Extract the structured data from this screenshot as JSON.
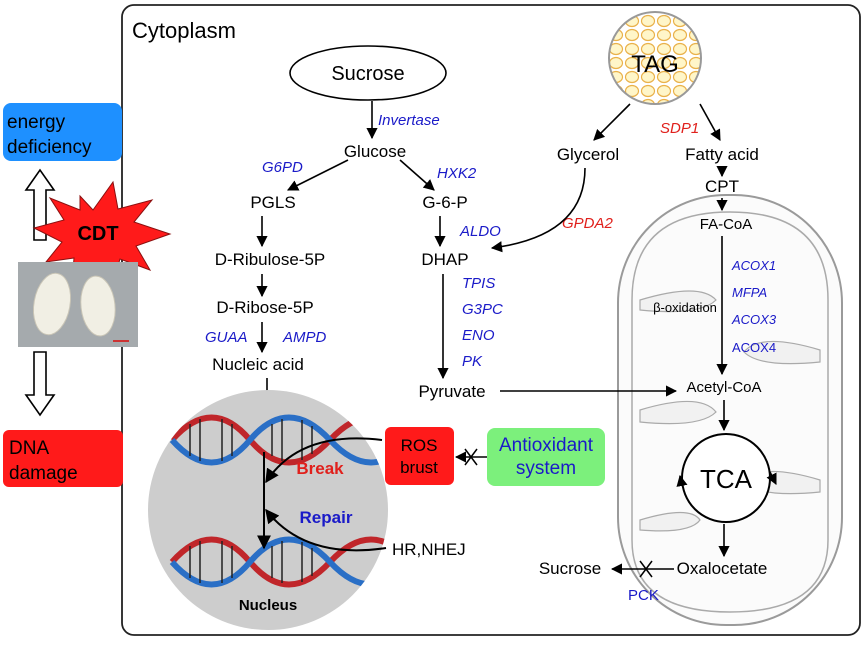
{
  "cytoplasm_label": "Cytoplasm",
  "side": {
    "energy": "energy deficiency",
    "energy_l1": "energy",
    "energy_l2": "deficiency",
    "cdt": "CDT",
    "dna_l1": "DNA",
    "dna_l2": "damage"
  },
  "metabolites": {
    "sucrose_top": "Sucrose",
    "glucose": "Glucose",
    "pgls": "PGLS",
    "g6p": "G-6-P",
    "ribulose": "D-Ribulose-5P",
    "ribose": "D-Ribose-5P",
    "nucleic": "Nucleic acid",
    "dhap": "DHAP",
    "pyruvate": "Pyruvate",
    "glycerol": "Glycerol",
    "fatty_acid": "Fatty acid",
    "cpt": "CPT",
    "facoa": "FA-CoA",
    "beta_ox": "β-oxidation",
    "acetylcoa": "Acetyl-CoA",
    "tca": "TCA",
    "oxaloacetate": "Oxalocetate",
    "sucrose_bottom": "Sucrose",
    "tag": "TAG",
    "nucleus": "Nucleus",
    "hr": "HR,NHEJ",
    "break": "Break",
    "repair": "Repair",
    "ros_l1": "ROS",
    "ros_l2": "brust",
    "antiox_l1": "Antioxidant",
    "antiox_l2": "system"
  },
  "enzymes": {
    "invertase": "Invertase",
    "g6pd": "G6PD",
    "hxk2": "HXK2",
    "aldo": "ALDO",
    "guaa": "GUAA",
    "ampd": "AMPD",
    "tpis": "TPIS",
    "g3pc": "G3PC",
    "eno": "ENO",
    "pk": "PK",
    "gpda2": "GPDA2",
    "sdp1": "SDP1",
    "acox1": "ACOX1",
    "mfpa": "MFPA",
    "acox3": "ACOX3",
    "acox4": "ACOX4",
    "pck": "PCK"
  },
  "colors": {
    "enzyme_blue": "#1a1ac8",
    "enzyme_red": "#e0201c",
    "energy_box": "#1e90ff",
    "dna_box": "#ff1a1a",
    "ros_box": "#ff1a1a",
    "antiox_box": "#7cf07c",
    "nucleus": "#cdcdcd",
    "tag_fill": "#fbe39a",
    "dna_red": "#c0262a",
    "dna_blue": "#2a6fc6"
  }
}
